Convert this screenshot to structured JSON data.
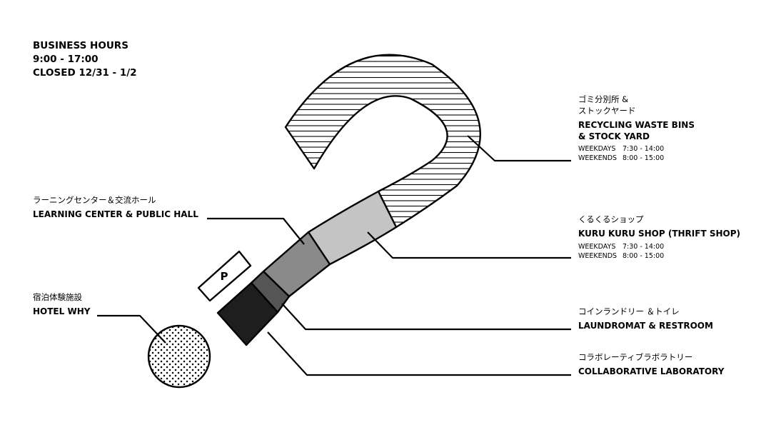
{
  "business_hours": {
    "title": "BUSINESS HOURS",
    "hours": "9:00 - 17:00",
    "closed": "CLOSED 12/31 - 1/2"
  },
  "parking": {
    "label": "P"
  },
  "facilities": {
    "recycling": {
      "jp_line1": "ゴミ分別所 &",
      "jp_line2": "ストックヤード",
      "en_line1": "RECYCLING WASTE BINS",
      "en_line2": "& STOCK YARD",
      "weekdays_label": "WEEKDAYS",
      "weekdays_time": "7:30 - 14:00",
      "weekends_label": "WEEKENDS",
      "weekends_time": "8:00 - 15:00"
    },
    "shop": {
      "jp": "くるくるショップ",
      "en": "KURU KURU SHOP (THRIFT SHOP)",
      "weekdays_label": "WEEKDAYS",
      "weekdays_time": "7:30 - 14:00",
      "weekends_label": "WEEKENDS",
      "weekends_time": "8:00 - 15:00"
    },
    "learning": {
      "jp": "ラーニングセンター＆交流ホール",
      "en": "LEARNING CENTER & PUBLIC HALL"
    },
    "laundromat": {
      "jp": "コインランドリー ＆トイレ",
      "en": "LAUNDROMAT & RESTROOM"
    },
    "lab": {
      "jp": "コラボレーティブラボラトリー",
      "en": "COLLABORATIVE LABORATORY"
    },
    "hotel": {
      "jp": "宿泊体験施設",
      "en": "HOTEL WHY"
    }
  },
  "colors": {
    "outline": "#000000",
    "shop_fill": "#c4c4c4",
    "learning_fill": "#8a8a8a",
    "laundromat_fill": "#555555",
    "lab_fill": "#1e1e1e"
  }
}
